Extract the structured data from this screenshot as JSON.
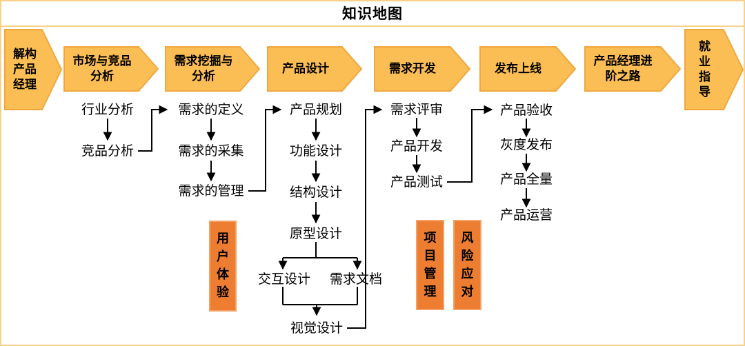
{
  "title": "知识地图",
  "stages": {
    "deconstruct": "解构产品经理",
    "market": "市场与竞品分析",
    "mining": "需求挖掘与分析",
    "design": "产品设计",
    "development": "需求开发",
    "launch": "发布上线",
    "advanced": "产品经理进阶之路",
    "career": "就业指导"
  },
  "nodes": {
    "industry_analysis": "行业分析",
    "competitor_analysis": "竞品分析",
    "requirement_definition": "需求的定义",
    "requirement_collection": "需求的采集",
    "requirement_management": "需求的管理",
    "product_planning": "产品规划",
    "function_design": "功能设计",
    "structure_design": "结构设计",
    "prototype_design": "原型设计",
    "interaction_design": "交互设计",
    "requirement_doc": "需求文档",
    "visual_design": "视觉设计",
    "requirement_review": "需求评审",
    "product_development": "产品开发",
    "product_testing": "产品测试",
    "product_acceptance": "产品验收",
    "gray_release": "灰度发布",
    "full_release": "产品全量",
    "product_operation": "产品运营"
  },
  "side_boxes": {
    "user_experience": "用户体验",
    "project_management": "项目管理",
    "risk_response": "风险应对"
  },
  "colors": {
    "frame_border": "#FAD089",
    "chevron_fill": "#FBBE55",
    "chevron_border": "#F0A73F",
    "box_fill": "#ED7D31",
    "box_border": "#F2A266",
    "line": "#000000"
  }
}
